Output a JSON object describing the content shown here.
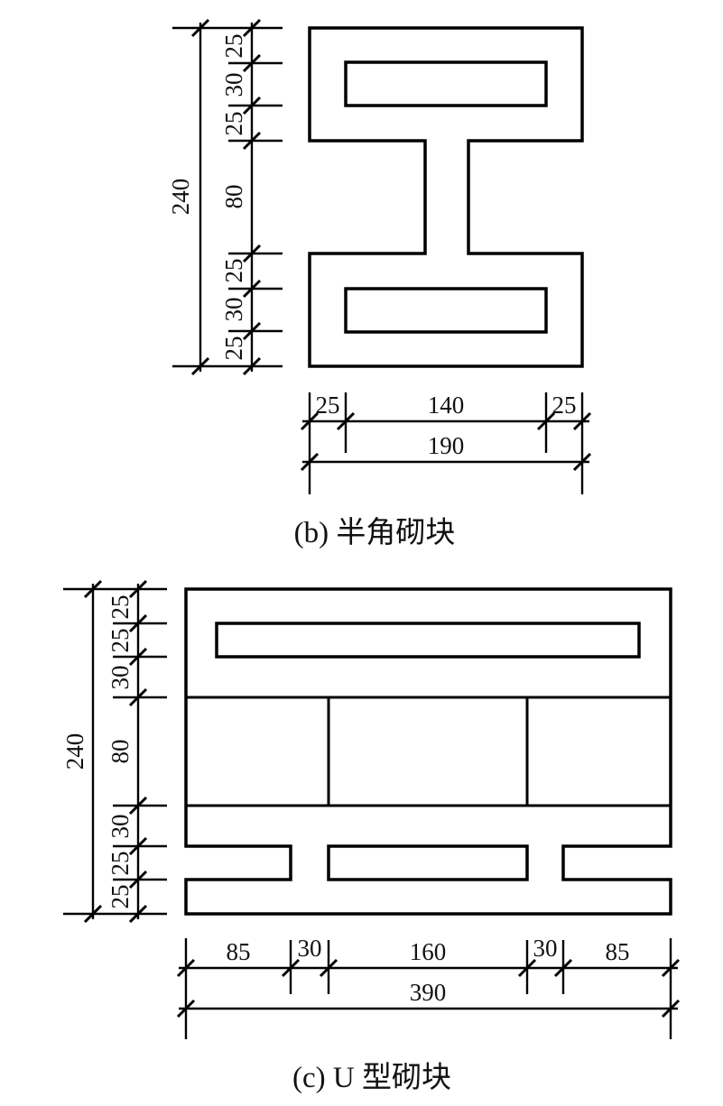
{
  "blocks": {
    "b": {
      "caption": "(b) 半角砌块",
      "left_total": "240",
      "left_chain": [
        "25",
        "30",
        "25",
        "80",
        "25",
        "30",
        "25"
      ],
      "bottom_chain": [
        "25",
        "140",
        "25"
      ],
      "bottom_total": "190"
    },
    "c": {
      "caption": "(c) U 型砌块",
      "left_total": "240",
      "left_chain": [
        "25",
        "25",
        "30",
        "80",
        "30",
        "25",
        "25"
      ],
      "bottom_chain": [
        "85",
        "30",
        "160",
        "30",
        "85"
      ],
      "bottom_total": "390"
    }
  }
}
